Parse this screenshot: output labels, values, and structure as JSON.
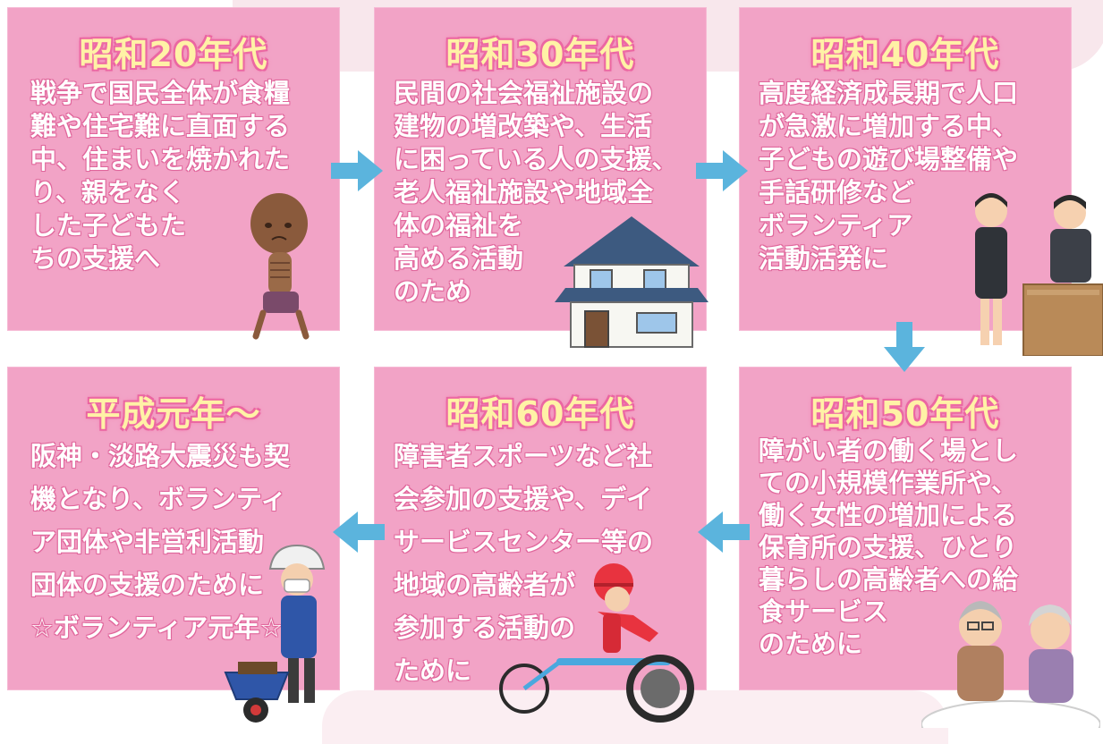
{
  "colors": {
    "box": "#f2a3c6",
    "era_text": "#fff2a6",
    "arrow": "#5bb4dd"
  },
  "boxes": [
    {
      "era": "昭和20年代",
      "text": "戦争で国民全体が食糧\n難や住宅難に直面する\n中、住まいを焼かれた\nり、親をなく\nした子どもた\nちの支援へ",
      "icon": "starving-child-icon"
    },
    {
      "era": "昭和30年代",
      "text": "民間の社会福祉施設の\n建物の増改築や、生活\nに困っている人の支援、\n老人福祉施設や地域全\n体の福祉を\n高める活動\nのため",
      "icon": "house-icon"
    },
    {
      "era": "昭和40年代",
      "text": "高度経済成長期で人口\nが急激に増加する中、\n子どもの遊び場整備や\n手話研修など\nボランティア\n活動活発に",
      "icon": "sign-language-people-icon"
    },
    {
      "era": "昭和50年代",
      "text": "障がい者の働く場とし\nての小規模作業所や、\n働く女性の増加による\n保育所の支援、ひとり\n暮らしの高齢者への給\n食サービス\nのために",
      "icon": "elderly-couple-icon"
    },
    {
      "era": "昭和60年代",
      "text": "障害者スポーツなど社\n会参加の支援や、デイ\nサービスセンター等の\n地域の高齢者が\n参加する活動の\nために",
      "icon": "wheelchair-racer-icon"
    },
    {
      "era": "平成元年〜",
      "text": "阪神・淡路大震災も契\n機となり、ボランティ\nア団体や非営利活動\n団体の支援のために\n☆ボランティア元年☆",
      "icon": "volunteer-wheelbarrow-icon"
    }
  ]
}
